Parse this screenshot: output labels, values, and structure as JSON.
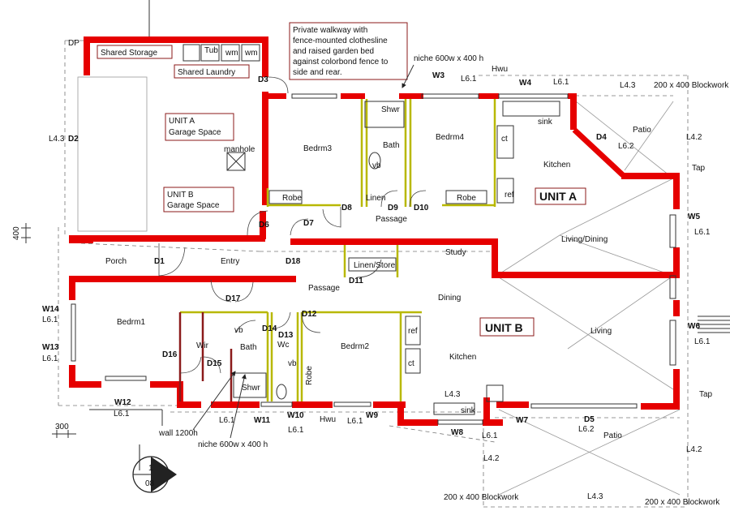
{
  "colors": {
    "wall": "#e60000",
    "internal_wall": "#b8b800",
    "label_border": "#8b1a1a"
  },
  "units": {
    "unit_a": "UNIT A",
    "unit_b": "UNIT B"
  },
  "shared": {
    "storage": "Shared Storage",
    "laundry": "Shared  Laundry",
    "dp": "DP",
    "tub": "Tub",
    "wm1": "wm",
    "wm2": "wm"
  },
  "garage": {
    "a_line1": "UNIT A",
    "a_line2": "Garage Space",
    "b_line1": "UNIT B",
    "b_line2": "Garage Space",
    "manhole": "manhole"
  },
  "note": {
    "line1": "Private walkway with",
    "line2": "fence-mounted clothesline",
    "line3": "and raised garden bed",
    "line4": "against colorbond fence to",
    "line5": "side and rear."
  },
  "rooms": {
    "bedrm3": "Bedrm3",
    "bedrm4": "Bedrm4",
    "bath_a": "Bath",
    "shwr_a": "Shwr",
    "vb_a": "vb",
    "robe_a3": "Robe",
    "robe_a4": "Robe",
    "linen_a": "Linen",
    "passage_a": "Passage",
    "kitchen_a": "Kitchen",
    "patio_a": "Patio",
    "living_dining": "Living/Dining",
    "sink_a": "sink",
    "ct_a": "ct",
    "ref_a": "ref",
    "hwu_a": "Hwu",
    "porch": "Porch",
    "entry": "Entry",
    "linen_store": "Linen/Store",
    "study": "Study",
    "passage_b": "Passage",
    "dining": "Dining",
    "living": "Living",
    "bedrm1": "Bedrm1",
    "wir": "Wir",
    "bath_b": "Bath",
    "wc": "Wc",
    "shwr_b": "Shwr",
    "vb_b1": "vb",
    "vb_b2": "vb",
    "bedrm2": "Bedrm2",
    "robe_b": "Robe",
    "kitchen_b": "Kitchen",
    "ref_b": "ref",
    "ct_b": "ct",
    "sink_b": "sink",
    "patio_b": "Patio",
    "hwu_b": "Hwu"
  },
  "doors": {
    "d1": "D1",
    "d2": "D2",
    "d3": "D3",
    "d4": "D4",
    "d5": "D5",
    "d6": "D6",
    "d7": "D7",
    "d8": "D8",
    "d9": "D9",
    "d10": "D10",
    "d11": "D11",
    "d12": "D12",
    "d13": "D13",
    "d14": "D14",
    "d15": "D15",
    "d16": "D16",
    "d17": "D17",
    "d18": "D18"
  },
  "windows": {
    "w3": "W3",
    "w4": "W4",
    "w5": "W5",
    "w6": "W6",
    "w7": "W7",
    "w8": "W8",
    "w9": "W9",
    "w10": "W10",
    "w11": "W11",
    "w12": "W12",
    "w13": "W13",
    "w14": "W14"
  },
  "dims": {
    "l43_left": "L4.3",
    "l43_top": "L4.3",
    "l61_w3": "L6.1",
    "l61_w4": "L6.1",
    "l62_d4": "L6.2",
    "l42_right": "L4.2",
    "l61_w5": "L6.1",
    "l61_w6": "L6.1",
    "l61_w14": "L6.1",
    "l61_w13": "L6.1",
    "l61_w12": "L6.1",
    "l61_w11": "L6.1",
    "l61_w10": "L6.1",
    "l61_w9": "L6.1",
    "l61_w8": "L6.1",
    "l43_kitchen": "L4.3",
    "l62_d5": "L6.2",
    "l42_b1": "L4.2",
    "l42_b2": "L4.2",
    "l43_bottom": "L4.3",
    "dim400": "400",
    "dim300": "300"
  },
  "annotations": {
    "blockwork_top": "200 x 400 Blockwork",
    "blockwork_b1": "200 x 400 Blockwork",
    "blockwork_b2": "200 x 400 Blockwork",
    "tap1": "Tap",
    "tap2": "Tap",
    "niche_top": "niche 600w x 400 h",
    "niche_bottom": "niche 600w x 400 h",
    "wall1200": "wall 1200h"
  },
  "section_marker": {
    "number": "1",
    "sheet": "08"
  }
}
